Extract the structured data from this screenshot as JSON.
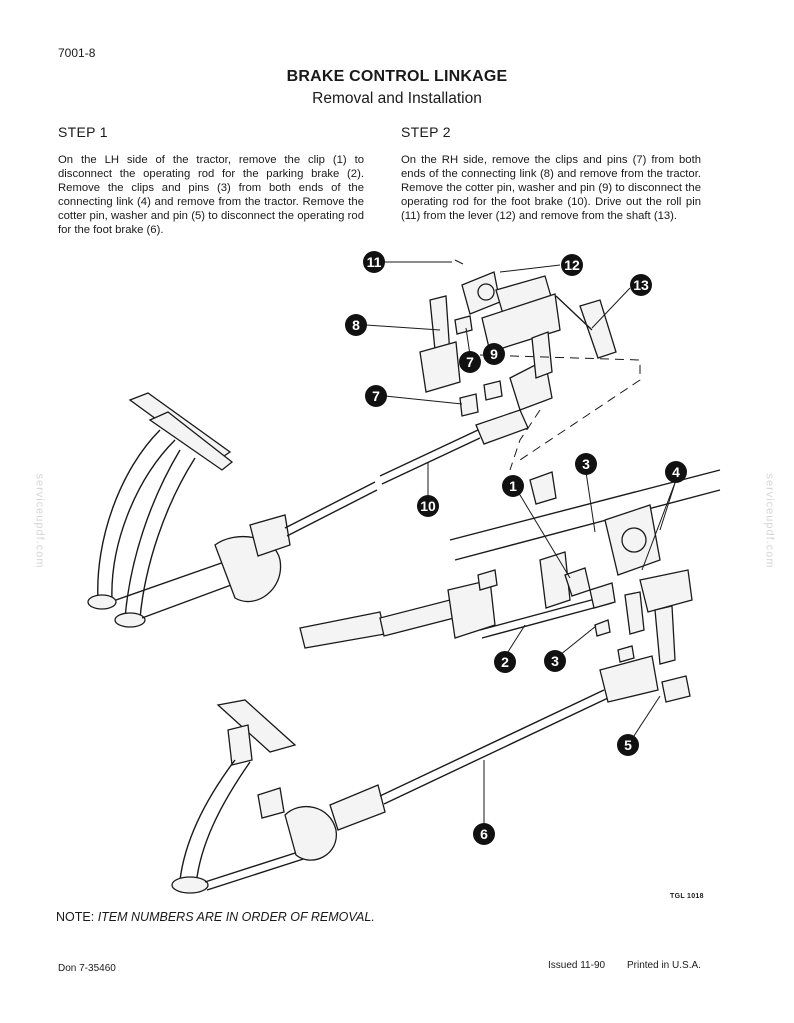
{
  "header": {
    "page_number": "7001-8",
    "title": "BRAKE CONTROL LINKAGE",
    "subtitle": "Removal and Installation"
  },
  "steps": [
    {
      "title": "STEP 1",
      "text": "On the LH side of the tractor, remove the clip (1) to disconnect the operating rod for the parking brake (2). Remove the clips and pins (3) from both ends of the connecting link (4) and remove from the tractor. Remove the cotter pin, washer and pin (5) to disconnect the operating rod for the foot brake (6)."
    },
    {
      "title": "STEP 2",
      "text": "On the RH side, remove the clips and pins (7) from both ends of the connecting link (8) and remove from the tractor. Remove the cotter pin, washer and pin (9) to disconnect the operating rod for the foot brake (10). Drive out the roll pin (11) from the lever (12) and remove from the shaft (13)."
    }
  ],
  "figure": {
    "code": "TGL 1018",
    "callouts": [
      "1",
      "2",
      "3",
      "3",
      "4",
      "5",
      "6",
      "7",
      "7",
      "8",
      "9",
      "10",
      "11",
      "12",
      "13"
    ]
  },
  "note": {
    "label": "NOTE:",
    "text": "ITEM NUMBERS ARE IN ORDER OF REMOVAL."
  },
  "footer": {
    "doc_number": "Don 7-35460",
    "issue_date": "Issued 11-90",
    "print_location": "Printed in U.S.A."
  },
  "watermark": "serviceupdf.com"
}
